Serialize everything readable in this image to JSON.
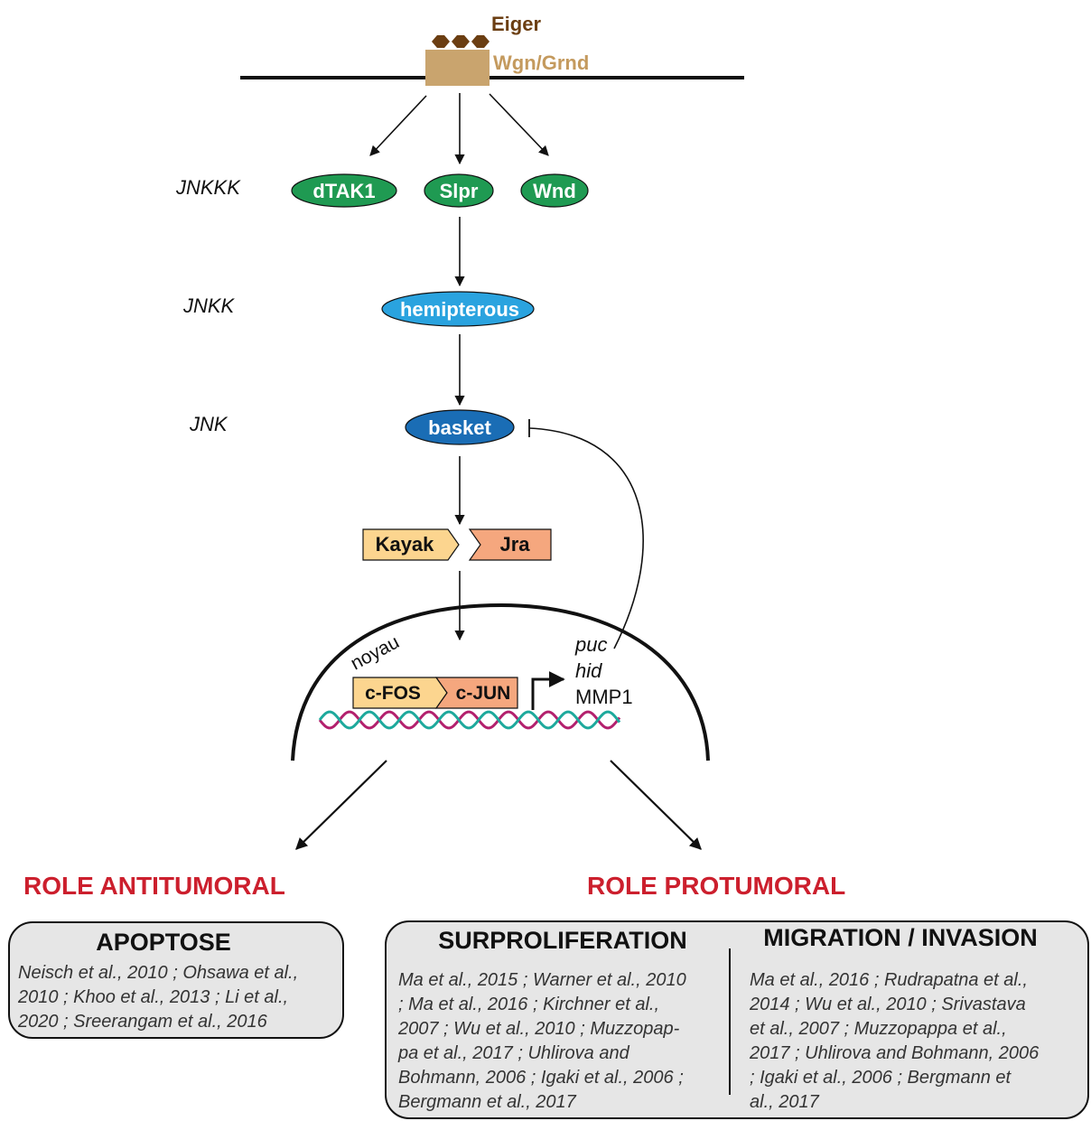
{
  "receptor": {
    "ligand": "Eiger",
    "receptor": "Wgn/Grnd"
  },
  "levels": {
    "jnkkk": "JNKKK",
    "jnkk": "JNKK",
    "jnk": "JNK"
  },
  "kinases": {
    "dtak1": "dTAK1",
    "slpr": "Slpr",
    "wnd": "Wnd",
    "hemipterous": "hemipterous",
    "basket": "basket"
  },
  "transcription": {
    "kayak": "Kayak",
    "jra": "Jra",
    "nucleus": "noyau",
    "cfos": "c-FOS",
    "cjun": "c-JUN",
    "targets": [
      "puc",
      "hid",
      "MMP1"
    ]
  },
  "roles": {
    "anti": "ROLE ANTITUMORAL",
    "pro": "ROLE PROTUMORAL"
  },
  "boxes": {
    "apoptose": {
      "title": "APOPTOSE",
      "lines": [
        "Neisch et al., 2010 ; Ohsawa et al.,",
        "2010 ; Khoo et al., 2013 ; Li et al.,",
        "2020 ; Sreerangam et al., 2016"
      ]
    },
    "surproliferation": {
      "title": "SURPROLIFERATION",
      "lines": [
        "Ma et al., 2015 ; Warner et al., 2010",
        "; Ma et al., 2016 ; Kirchner et al.,",
        "2007 ; Wu et al., 2010 ; Muzzopap-",
        "pa et al., 2017 ; Uhlirova and",
        "Bohmann, 2006 ; Igaki et al., 2006 ;",
        "Bergmann et al., 2017"
      ]
    },
    "migration": {
      "title": "MIGRATION / INVASION",
      "lines": [
        "Ma et al., 2016 ; Rudrapatna et al.,",
        "2014 ; Wu et al., 2010 ; Srivastava",
        "et al., 2007 ; Muzzopappa et al.,",
        "2017 ; Uhlirova and Bohmann, 2006",
        "; Igaki et al., 2006 ; Bergmann et",
        "al., 2017"
      ]
    }
  },
  "colors": {
    "ligand": "#6b3e12",
    "receptor": "#c9a46e",
    "receptor_text": "#c49a5e",
    "green": "#1f9a52",
    "hemipterous": "#2aa3df",
    "basket": "#1a6db5",
    "kayak": "#fcd58f",
    "jra": "#f5a77e",
    "role_red": "#cc1f2d",
    "box_fill": "#e6e6e6",
    "dna_magenta": "#b3206d",
    "dna_teal": "#1da99c"
  }
}
